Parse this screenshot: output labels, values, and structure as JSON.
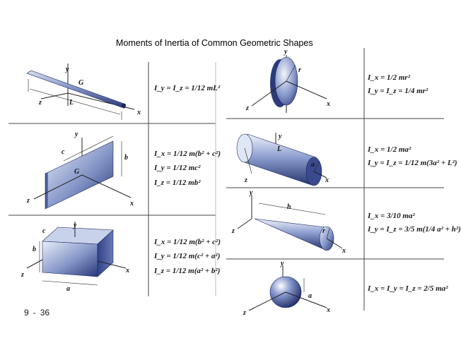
{
  "title": "Moments of Inertia of Common Geometric Shapes",
  "page_number": {
    "chapter": "9",
    "separator": "-",
    "page": "36"
  },
  "rod": {
    "formula": [
      "I_y = I_z = 1/12 mL²"
    ],
    "labels": {
      "y": "y",
      "z": "z",
      "x": "x",
      "G": "G",
      "L": "L"
    }
  },
  "plate": {
    "formula": [
      "I_x = 1/12 m(b² + c²)",
      "I_y = 1/12 mc²",
      "I_z = 1/12 mb²"
    ],
    "labels": {
      "y": "y",
      "z": "z",
      "x": "x",
      "G": "G",
      "b": "b",
      "c": "c"
    }
  },
  "prism": {
    "formula": [
      "I_x = 1/12 m(b² + c²)",
      "I_y = 1/12 m(c² + a²)",
      "I_z = 1/12 m(a² + b²)"
    ],
    "labels": {
      "y": "y",
      "z": "z",
      "x": "x",
      "a": "a",
      "b": "b",
      "c": "c"
    }
  },
  "disk": {
    "formula": [
      "I_x = 1/2 mr²",
      "I_y = I_z = 1/4 mr²"
    ],
    "labels": {
      "y": "y",
      "z": "z",
      "x": "x",
      "r": "r"
    }
  },
  "cylinder": {
    "formula": [
      "I_x = 1/2 ma²",
      "I_y = I_z = 1/12 m(3a² + L²)"
    ],
    "labels": {
      "y": "y",
      "z": "z",
      "x": "x",
      "a": "a",
      "L": "L"
    }
  },
  "cone": {
    "formula": [
      "I_x = 3/10 ma²",
      "I_y = I_z = 3/5 m(1/4 a² + h²)"
    ],
    "labels": {
      "y": "y",
      "z": "z",
      "x": "x",
      "h": "h",
      "r": "r"
    }
  },
  "sphere": {
    "formula": [
      "I_x = I_y = I_z = 2/5 ma²"
    ],
    "labels": {
      "y": "y",
      "z": "z",
      "x": "x",
      "a": "a"
    }
  }
}
